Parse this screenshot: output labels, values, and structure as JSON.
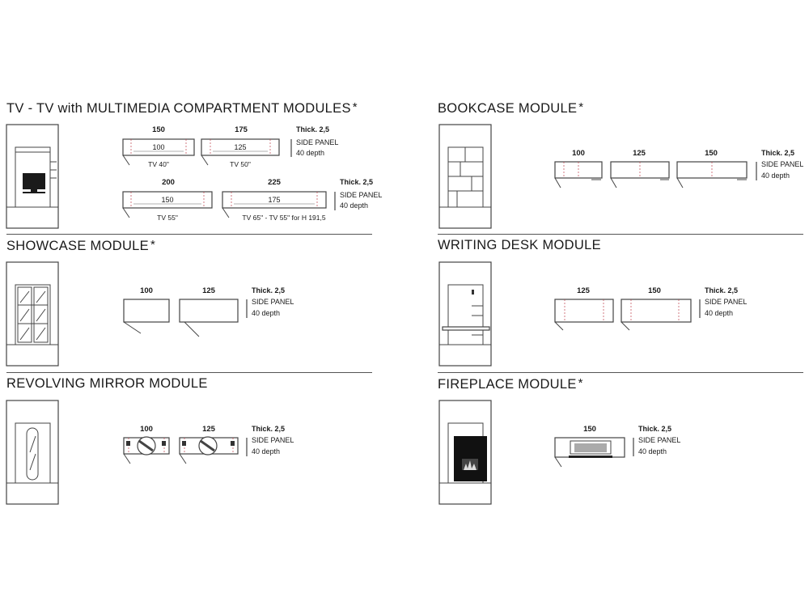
{
  "sections": {
    "tv": {
      "title": "TV - TV with MULTIMEDIA COMPARTMENT MODULES",
      "star": "*",
      "modules": [
        {
          "width": "150",
          "inner": "100",
          "caption": "TV 40\""
        },
        {
          "width": "175",
          "inner": "125",
          "caption": "TV 50\""
        },
        {
          "width": "200",
          "inner": "150",
          "caption": "TV 55\""
        },
        {
          "width": "225",
          "inner": "175",
          "caption": "TV 65\" - TV 55\" for H 191,5"
        }
      ],
      "spec": {
        "thick": "Thick. 2,5",
        "panel": "SIDE PANEL",
        "depth": "40 depth"
      }
    },
    "bookcase": {
      "title": "BOOKCASE MODULE",
      "star": "*",
      "modules": [
        {
          "width": "100"
        },
        {
          "width": "125"
        },
        {
          "width": "150"
        }
      ],
      "spec": {
        "thick": "Thick. 2,5",
        "panel": "SIDE PANEL",
        "depth": "40 depth"
      }
    },
    "showcase": {
      "title": "SHOWCASE MODULE",
      "star": "*",
      "modules": [
        {
          "width": "100"
        },
        {
          "width": "125"
        }
      ],
      "spec": {
        "thick": "Thick. 2,5",
        "panel": "SIDE PANEL",
        "depth": "40 depth"
      }
    },
    "desk": {
      "title": "WRITING DESK MODULE",
      "modules": [
        {
          "width": "125"
        },
        {
          "width": "150"
        }
      ],
      "spec": {
        "thick": "Thick. 2,5",
        "panel": "SIDE PANEL",
        "depth": "40 depth"
      }
    },
    "mirror": {
      "title": "REVOLVING MIRROR MODULE",
      "modules": [
        {
          "width": "100"
        },
        {
          "width": "125"
        }
      ],
      "spec": {
        "thick": "Thick. 2,5",
        "panel": "SIDE PANEL",
        "depth": "40 depth"
      }
    },
    "fireplace": {
      "title": "FIREPLACE MODULE",
      "star": "*",
      "modules": [
        {
          "width": "150"
        }
      ],
      "spec": {
        "thick": "Thick. 2,5",
        "panel": "SIDE PANEL",
        "depth": "40 depth"
      }
    }
  }
}
